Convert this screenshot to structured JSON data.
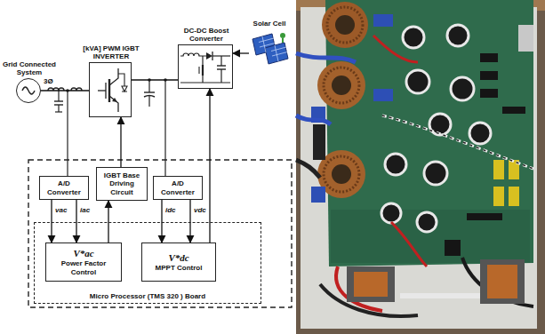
{
  "diagram": {
    "nodes": [
      {
        "text": [
          "Grid Connected System"
        ]
      },
      {
        "text": [
          "[kVA] PWM IGBT INVERTER"
        ]
      },
      {
        "text": [
          "DC-DC Boost Converter"
        ]
      },
      {
        "text": [
          "Solar Cell"
        ]
      },
      {
        "text": [
          "A/D Converter"
        ]
      },
      {
        "text": [
          "IGBT Base Driving Circuit"
        ]
      },
      {
        "text": [
          "A/D Converter"
        ]
      },
      {
        "text": [
          "Micro Processor (TMS 320 ) Board"
        ]
      },
      {
        "text": [
          "V*ac",
          "Power Factor Control"
        ],
        "in": 7
      },
      {
        "text": [
          "V*dc",
          "MPPT Control"
        ],
        "in": 7
      }
    ],
    "edges": [
      {
        "from": 0,
        "to": 1,
        "arrow": "none"
      },
      {
        "from": 1,
        "to": 2,
        "arrow": "none"
      },
      {
        "from": 3,
        "to": 2,
        "arrow": "to"
      },
      {
        "from": 5,
        "to": 1,
        "arrow": "to"
      },
      {
        "from": 4,
        "to": 8,
        "label": "vac",
        "arrow": "to"
      },
      {
        "from": 4,
        "to": 8,
        "label": "iac",
        "arrow": "to"
      },
      {
        "from": 6,
        "to": 9,
        "label": "idc",
        "arrow": "to"
      },
      {
        "from": 6,
        "to": 9,
        "label": "vdc",
        "arrow": "to"
      },
      {
        "from": 8,
        "to": 5,
        "arrow": "to"
      },
      {
        "from": 9,
        "to": 2,
        "arrow": "to"
      }
    ],
    "labels": [
      "3Ø"
    ]
  }
}
